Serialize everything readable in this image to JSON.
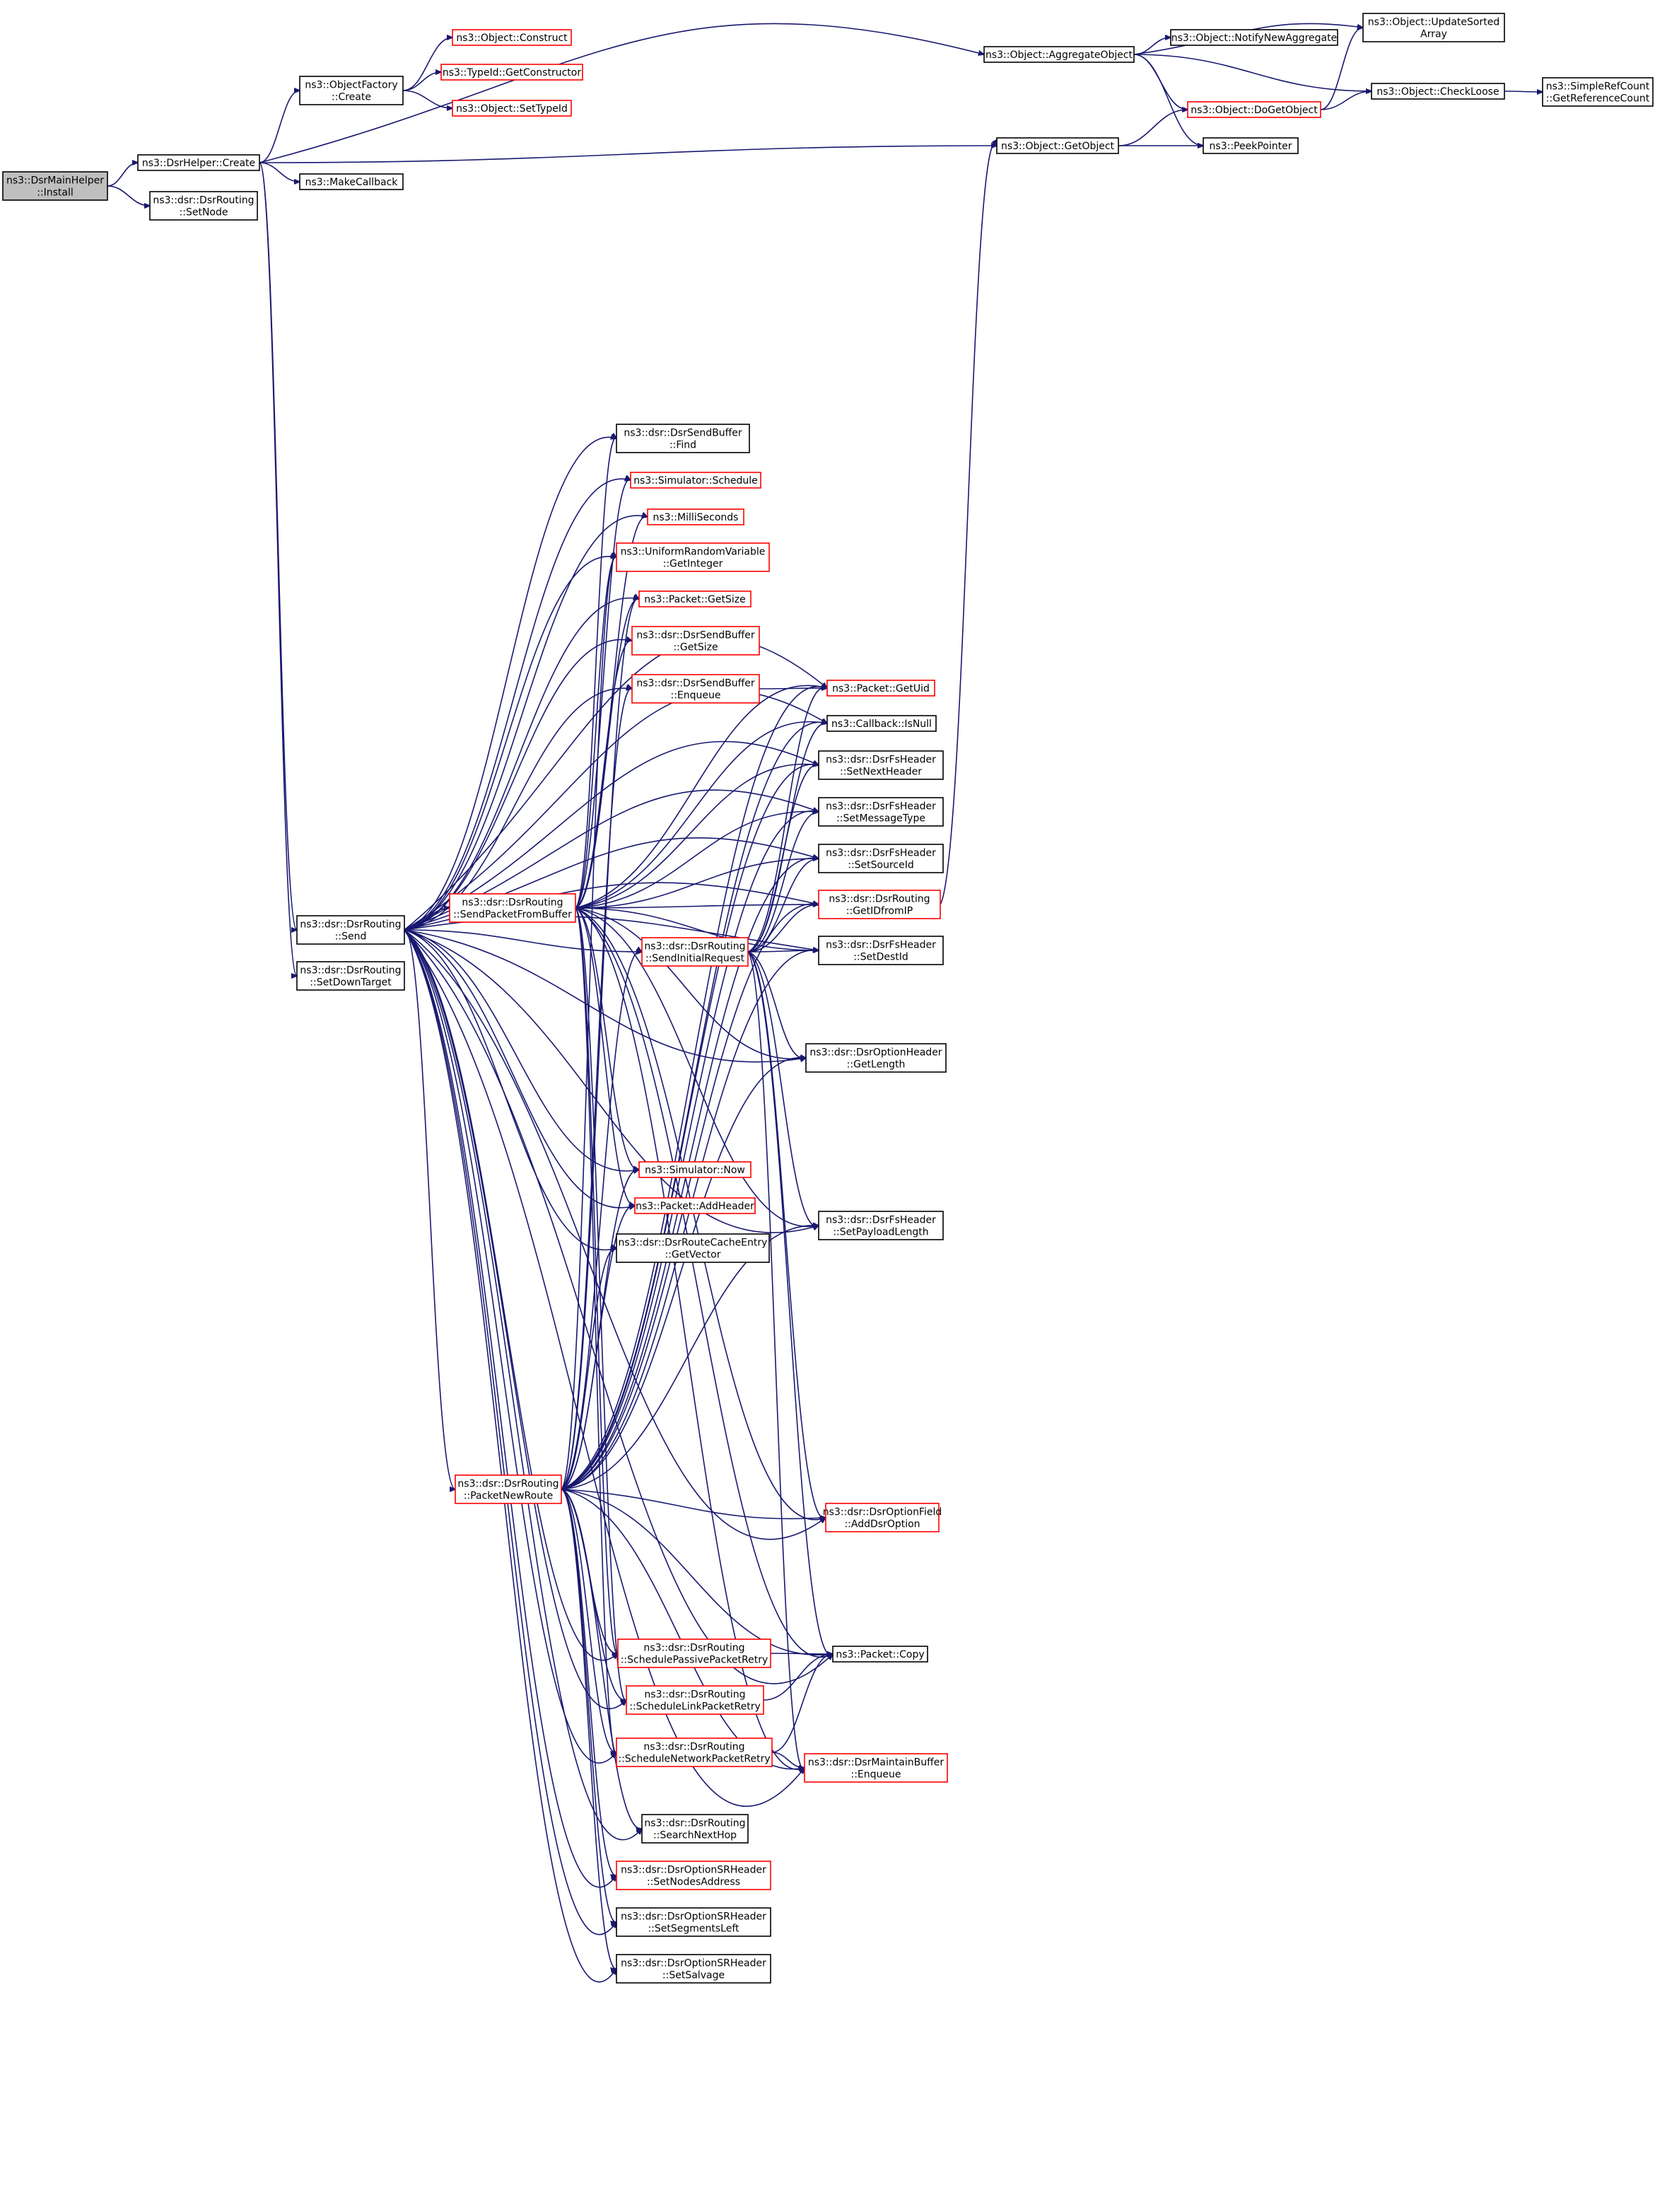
{
  "graph": {
    "edge_color": "#191970",
    "root_fill": "#bfbfbf",
    "truncated_border": "#ff0000",
    "plain_border": "#000000",
    "nodes": [
      {
        "id": "install",
        "lines": [
          "ns3::DsrMainHelper",
          "::Install"
        ],
        "style": "root"
      },
      {
        "id": "helper-create",
        "lines": [
          "ns3::DsrHelper::Create"
        ],
        "style": "plain"
      },
      {
        "id": "setnode",
        "lines": [
          "ns3::dsr::DsrRouting",
          "::SetNode"
        ],
        "style": "plain"
      },
      {
        "id": "objectfactory-create",
        "lines": [
          "ns3::ObjectFactory",
          "::Create"
        ],
        "style": "plain"
      },
      {
        "id": "object-construct",
        "lines": [
          "ns3::Object::Construct"
        ],
        "style": "trunc"
      },
      {
        "id": "typeid-getconstructor",
        "lines": [
          "ns3::TypeId::GetConstructor"
        ],
        "style": "trunc"
      },
      {
        "id": "object-settypeid",
        "lines": [
          "ns3::Object::SetTypeId"
        ],
        "style": "trunc"
      },
      {
        "id": "makecallback",
        "lines": [
          "ns3::MakeCallback"
        ],
        "style": "plain"
      },
      {
        "id": "aggregateobject",
        "lines": [
          "ns3::Object::AggregateObject"
        ],
        "style": "plain"
      },
      {
        "id": "notifynewaggregate",
        "lines": [
          "ns3::Object::NotifyNewAggregate"
        ],
        "style": "plain"
      },
      {
        "id": "updatesortedarray",
        "lines": [
          "ns3::Object::UpdateSorted",
          "Array"
        ],
        "style": "plain"
      },
      {
        "id": "checkloose",
        "lines": [
          "ns3::Object::CheckLoose"
        ],
        "style": "plain"
      },
      {
        "id": "getreferencecount",
        "lines": [
          "ns3::SimpleRefCount",
          "::GetReferenceCount"
        ],
        "style": "plain"
      },
      {
        "id": "dogetobject",
        "lines": [
          "ns3::Object::DoGetObject"
        ],
        "style": "trunc"
      },
      {
        "id": "getobject",
        "lines": [
          "ns3::Object::GetObject"
        ],
        "style": "plain"
      },
      {
        "id": "peekpointer",
        "lines": [
          "ns3::PeekPointer"
        ],
        "style": "plain"
      },
      {
        "id": "send",
        "lines": [
          "ns3::dsr::DsrRouting",
          "::Send"
        ],
        "style": "plain"
      },
      {
        "id": "setdowntarget",
        "lines": [
          "ns3::dsr::DsrRouting",
          "::SetDownTarget"
        ],
        "style": "plain"
      },
      {
        "id": "sendbuffer-find",
        "lines": [
          "ns3::dsr::DsrSendBuffer",
          "::Find"
        ],
        "style": "plain"
      },
      {
        "id": "simulator-schedule",
        "lines": [
          "ns3::Simulator::Schedule"
        ],
        "style": "trunc"
      },
      {
        "id": "milliseconds",
        "lines": [
          "ns3::MilliSeconds"
        ],
        "style": "trunc"
      },
      {
        "id": "getinteger",
        "lines": [
          "ns3::UniformRandomVariable",
          "::GetInteger"
        ],
        "style": "trunc"
      },
      {
        "id": "packet-getsize",
        "lines": [
          "ns3::Packet::GetSize"
        ],
        "style": "trunc"
      },
      {
        "id": "sendbuffer-getsize",
        "lines": [
          "ns3::dsr::DsrSendBuffer",
          "::GetSize"
        ],
        "style": "trunc"
      },
      {
        "id": "sendbuffer-enqueue",
        "lines": [
          "ns3::dsr::DsrSendBuffer",
          "::Enqueue"
        ],
        "style": "trunc"
      },
      {
        "id": "packet-getuid",
        "lines": [
          "ns3::Packet::GetUid"
        ],
        "style": "trunc"
      },
      {
        "id": "callback-isnull",
        "lines": [
          "ns3::Callback::IsNull"
        ],
        "style": "plain"
      },
      {
        "id": "setnextheader",
        "lines": [
          "ns3::dsr::DsrFsHeader",
          "::SetNextHeader"
        ],
        "style": "plain"
      },
      {
        "id": "setmessagetype",
        "lines": [
          "ns3::dsr::DsrFsHeader",
          "::SetMessageType"
        ],
        "style": "plain"
      },
      {
        "id": "setsourceid",
        "lines": [
          "ns3::dsr::DsrFsHeader",
          "::SetSourceId"
        ],
        "style": "plain"
      },
      {
        "id": "getidfromip",
        "lines": [
          "ns3::dsr::DsrRouting",
          "::GetIDfromIP"
        ],
        "style": "trunc"
      },
      {
        "id": "setdestid",
        "lines": [
          "ns3::dsr::DsrFsHeader",
          "::SetDestId"
        ],
        "style": "plain"
      },
      {
        "id": "sendpacketfrombuffer",
        "lines": [
          "ns3::dsr::DsrRouting",
          "::SendPacketFromBuffer"
        ],
        "style": "trunc"
      },
      {
        "id": "sendinitialrequest",
        "lines": [
          "ns3::dsr::DsrRouting",
          "::SendInitialRequest"
        ],
        "style": "trunc"
      },
      {
        "id": "optionheader-getlength",
        "lines": [
          "ns3::dsr::DsrOptionHeader",
          "::GetLength"
        ],
        "style": "plain"
      },
      {
        "id": "simulator-now",
        "lines": [
          "ns3::Simulator::Now"
        ],
        "style": "trunc"
      },
      {
        "id": "packet-addheader",
        "lines": [
          "ns3::Packet::AddHeader"
        ],
        "style": "trunc"
      },
      {
        "id": "routecache-getvector",
        "lines": [
          "ns3::dsr::DsrRouteCacheEntry",
          "::GetVector"
        ],
        "style": "plain"
      },
      {
        "id": "setpayloadlength",
        "lines": [
          "ns3::dsr::DsrFsHeader",
          "::SetPayloadLength"
        ],
        "style": "plain"
      },
      {
        "id": "packetnewroute",
        "lines": [
          "ns3::dsr::DsrRouting",
          "::PacketNewRoute"
        ],
        "style": "trunc"
      },
      {
        "id": "adddsroption",
        "lines": [
          "ns3::dsr::DsrOptionField",
          "::AddDsrOption"
        ],
        "style": "trunc"
      },
      {
        "id": "schedulepassive",
        "lines": [
          "ns3::dsr::DsrRouting",
          "::SchedulePassivePacketRetry"
        ],
        "style": "trunc"
      },
      {
        "id": "packet-copy",
        "lines": [
          "ns3::Packet::Copy"
        ],
        "style": "plain"
      },
      {
        "id": "schedulelink",
        "lines": [
          "ns3::dsr::DsrRouting",
          "::ScheduleLinkPacketRetry"
        ],
        "style": "trunc"
      },
      {
        "id": "schedulenetwork",
        "lines": [
          "ns3::dsr::DsrRouting",
          "::ScheduleNetworkPacketRetry"
        ],
        "style": "trunc"
      },
      {
        "id": "maintainbuffer-enqueue",
        "lines": [
          "ns3::dsr::DsrMaintainBuffer",
          "::Enqueue"
        ],
        "style": "trunc"
      },
      {
        "id": "searchnexthop",
        "lines": [
          "ns3::dsr::DsrRouting",
          "::SearchNextHop"
        ],
        "style": "plain"
      },
      {
        "id": "setnodesaddress",
        "lines": [
          "ns3::dsr::DsrOptionSRHeader",
          "::SetNodesAddress"
        ],
        "style": "trunc"
      },
      {
        "id": "setsegmentsleft",
        "lines": [
          "ns3::dsr::DsrOptionSRHeader",
          "::SetSegmentsLeft"
        ],
        "style": "plain"
      },
      {
        "id": "setsalvage",
        "lines": [
          "ns3::dsr::DsrOptionSRHeader",
          "::SetSalvage"
        ],
        "style": "plain"
      }
    ]
  }
}
